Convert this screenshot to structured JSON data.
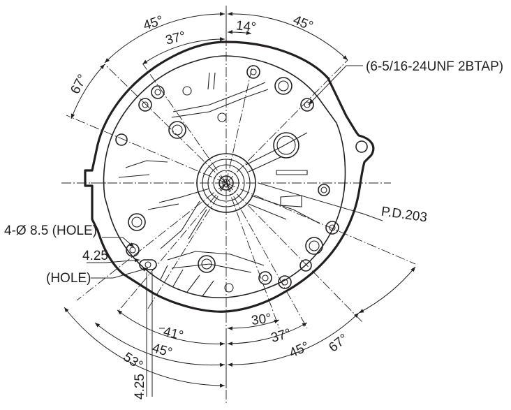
{
  "drawing": {
    "callouts": {
      "tap": "(6-5/16-24UNF 2BTAP)",
      "pitch_diameter": "P.D.203",
      "hole_spec": "4-Ø 8.5 (HOLE)",
      "hole_offset": "4.25",
      "hole_label": "(HOLE)",
      "hole_offset_vertical": "4.25"
    },
    "angles_top": {
      "a45_left": "45°",
      "a37_left": "37°",
      "a14": "14°",
      "a45_right": "45°",
      "a67": "67°"
    },
    "angles_bottom": {
      "a30": "30°",
      "a37": "37°",
      "a45_right": "45°",
      "a67": "67°",
      "a41": "41°",
      "a45_left": "45°",
      "a53": "53°"
    }
  }
}
